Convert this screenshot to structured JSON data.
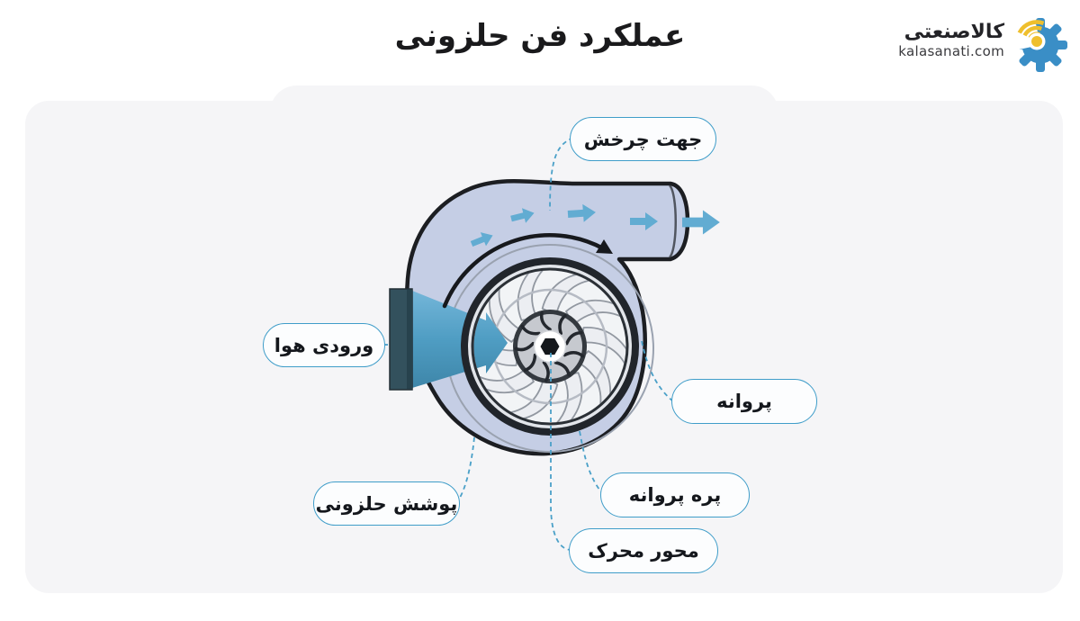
{
  "page": {
    "background_color": "#ffffff",
    "panel_color": "#f5f5f7"
  },
  "header": {
    "title": "عملکرد فن حلزونی"
  },
  "logo": {
    "brand_name": "کالاصنعتی",
    "brand_domain": "kalasanati.com",
    "gear_color": "#3a8ec6",
    "signal_color": "#efbf2d"
  },
  "diagram": {
    "subject": "centrifugal-scroll-fan-cutaway",
    "callouts": {
      "rotation_direction": "جهت چرخش",
      "air_inlet": "ورودی هوا",
      "impeller": "پروانه",
      "scroll_casing": "پوشش حلزونی",
      "impeller_blade": "پره پروانه",
      "drive_shaft": "محور محرک"
    },
    "colors": {
      "casing_fill": "#c5cee5",
      "outline": "#1c1e22",
      "flow_arrow_blue": "#62acd2",
      "inlet_duct_dark": "#33515d",
      "inlet_cone_blue": "#4f9dc3",
      "callout_border": "#3f9dc9",
      "connector_dash": "#4aa0c8"
    },
    "icons": {
      "gear_logo_icon": "gear-with-wifi-signal",
      "flow_arrow_icon": "block-right-arrow",
      "rotation_arrow_icon": "clockwise-arc-arrow"
    }
  }
}
